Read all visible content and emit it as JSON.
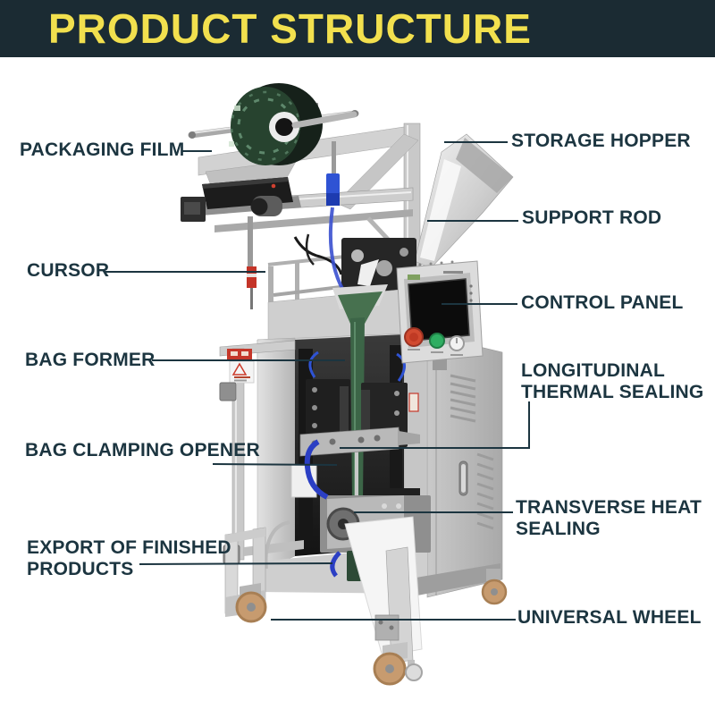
{
  "header": {
    "title": "PRODUCT STRUCTURE",
    "bg_color": "#1b2b33",
    "text_color": "#f2e04e"
  },
  "callouts": {
    "packaging_film": "PACKAGING FILM",
    "cursor": "CURSOR",
    "bag_former": "BAG FORMER",
    "bag_clamping_opener": "BAG CLAMPING OPENER",
    "export_line1": "EXPORT OF FINISHED",
    "export_line2": "PRODUCTS",
    "storage_hopper": "STORAGE HOPPER",
    "support_rod": "SUPPORT ROD",
    "control_panel": "CONTROL PANEL",
    "longitudinal_line1": "LONGITUDINAL",
    "longitudinal_line2": "THERMAL SEALING",
    "transverse_line1": "TRANSVERSE HEAT",
    "transverse_line2": "SEALING",
    "universal_wheel": "UNIVERSAL WHEEL"
  },
  "style": {
    "label_color": "#1c3540",
    "leader_line_color": "#1c3540",
    "film_roll_green": "#27432f",
    "film_strip_green": "#3c6547",
    "emergency_button_red": "#d14a30",
    "start_button_green": "#2fae62",
    "caster_wheel_tan": "#c79b6f",
    "machine_metal": "#cfcfcf"
  }
}
